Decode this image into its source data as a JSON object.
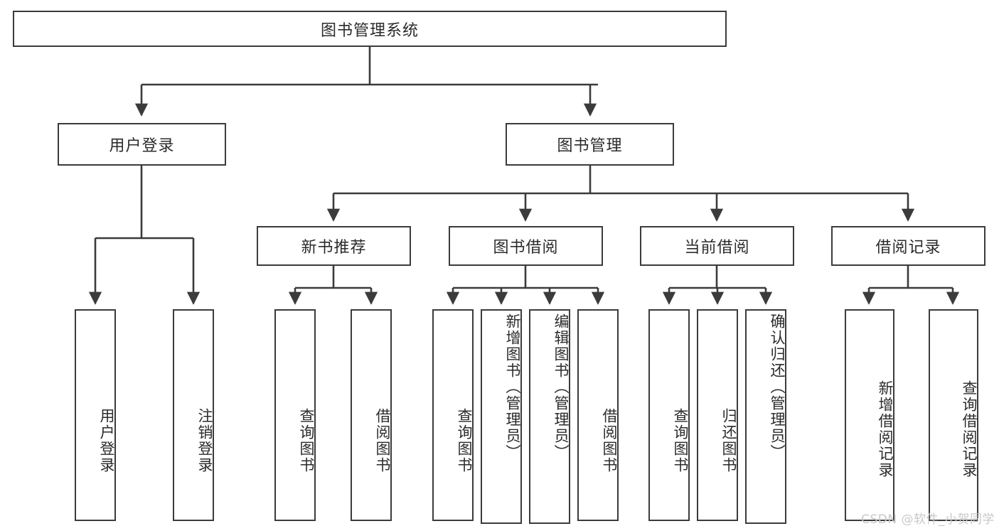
{
  "diagram": {
    "type": "tree",
    "title": "图书管理系统",
    "background": "#ffffff",
    "line_color": "#3b3b3b",
    "text_color": "#2b2b2b",
    "root": {
      "label": "图书管理系统"
    },
    "level2": [
      {
        "label": "用户登录"
      },
      {
        "label": "图书管理"
      }
    ],
    "level3": [
      {
        "label": "新书推荐"
      },
      {
        "label": "图书借阅"
      },
      {
        "label": "当前借阅"
      },
      {
        "label": "借阅记录"
      }
    ],
    "leaves": {
      "user_login": [
        {
          "label": "用户登录"
        },
        {
          "label": "注销登录"
        }
      ],
      "new_book": [
        {
          "label": "查询图书"
        },
        {
          "label": "借阅图书"
        }
      ],
      "book_borrow": [
        {
          "label": "查询图书"
        },
        {
          "label": "新增图书（管理员）"
        },
        {
          "label": "编辑图书（管理员）"
        },
        {
          "label": "借阅图书"
        }
      ],
      "current_borrow": [
        {
          "label": "查询图书"
        },
        {
          "label": "归还图书"
        },
        {
          "label": "确认归还（管理员）"
        }
      ],
      "borrow_record": [
        {
          "label": "新增借阅记录"
        },
        {
          "label": "查询借阅记录"
        }
      ]
    }
  },
  "watermark": {
    "text": "CSDN @软件_小贺同学"
  }
}
